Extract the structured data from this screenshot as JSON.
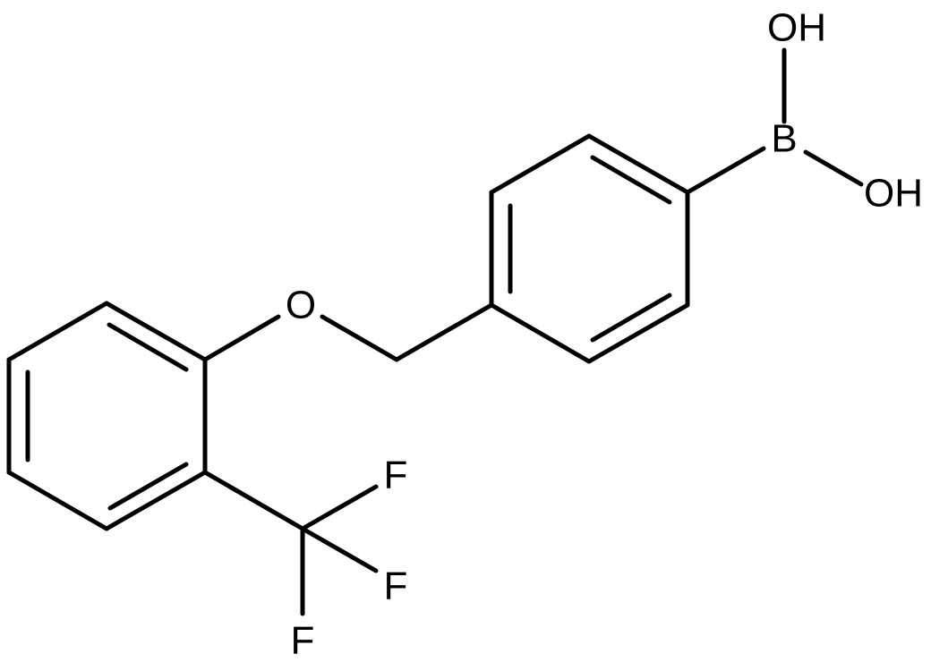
{
  "molecule": {
    "atoms": {
      "oh_top": "OH",
      "boron": "B",
      "oh_right": "OH",
      "ether_oxygen": "O",
      "fluorine_1": "F",
      "fluorine_2": "F",
      "fluorine_3": "F"
    }
  },
  "colors": {
    "bond": "#000000",
    "label": "#000000",
    "background": "#ffffff"
  }
}
